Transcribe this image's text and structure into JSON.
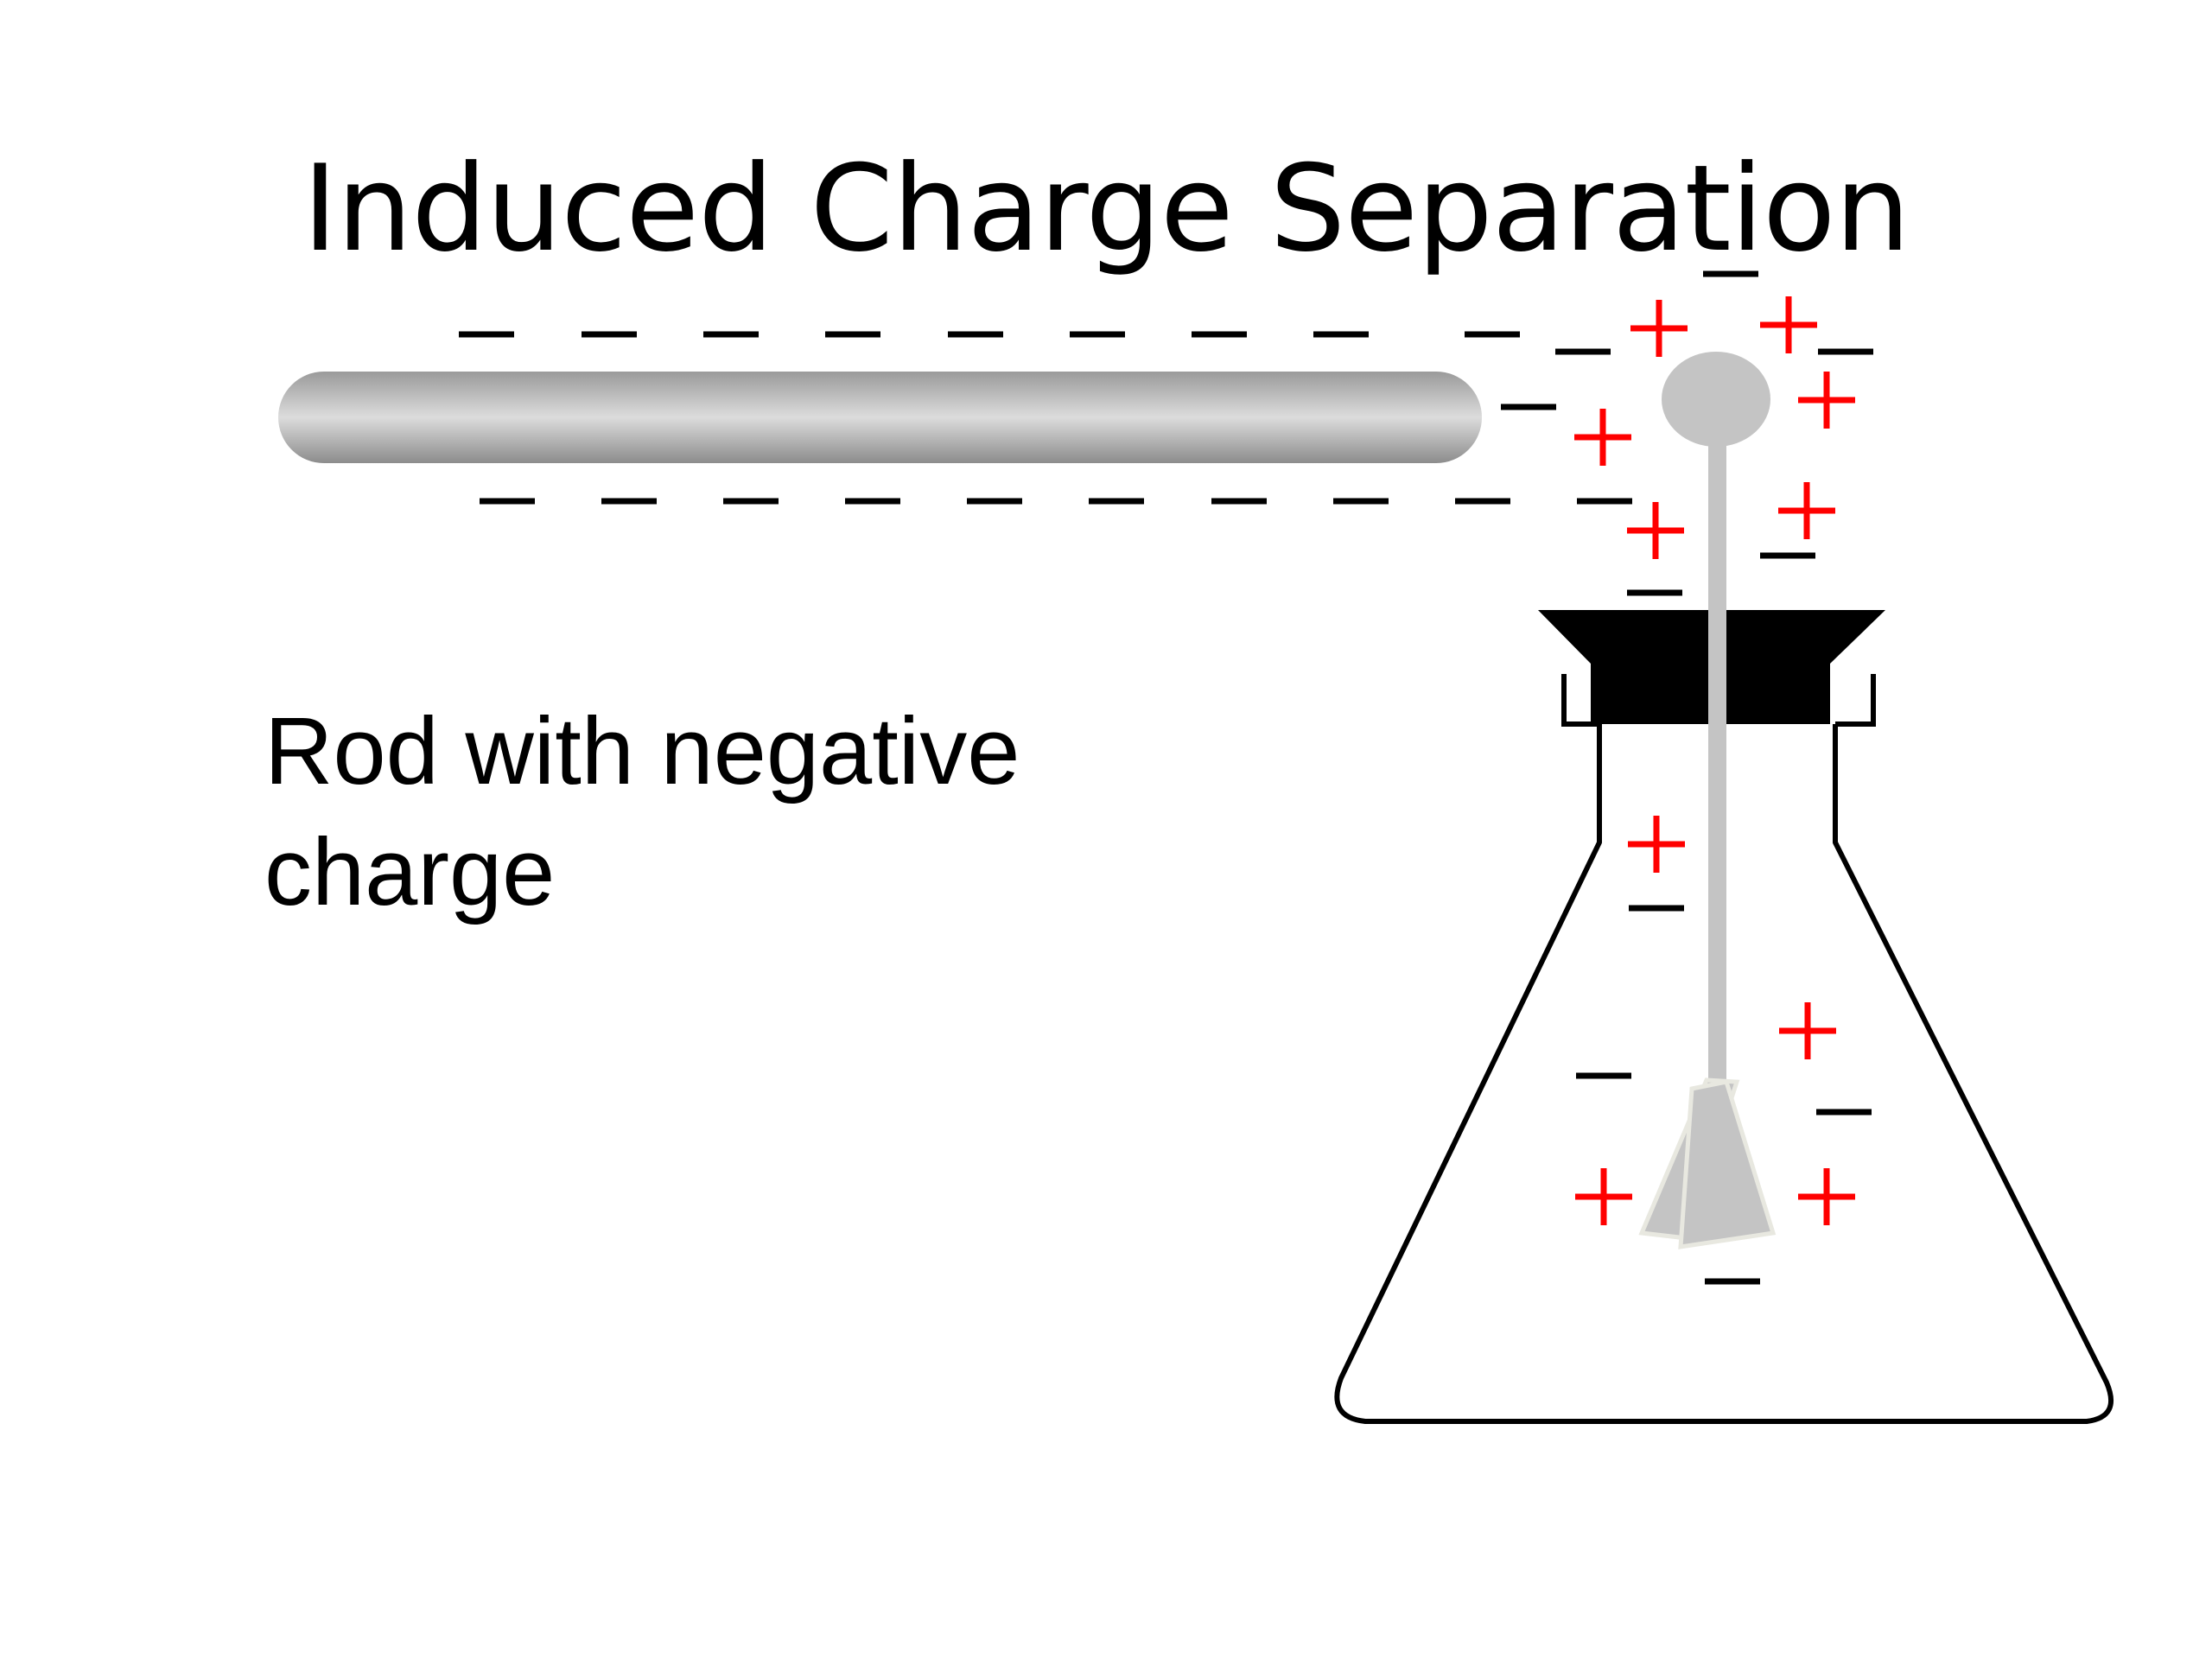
{
  "title": "Induced Charge Separation",
  "caption": {
    "line1": "Rod with negative",
    "line2": "charge"
  },
  "colors": {
    "positive": "#ff0000",
    "negative": "#000000",
    "rod": "#9a9a9a",
    "electroscope_metal": "#c4c4c4",
    "stopper": "#000000"
  },
  "labels": {
    "positive_sign": "+",
    "negative_sign": "−"
  }
}
